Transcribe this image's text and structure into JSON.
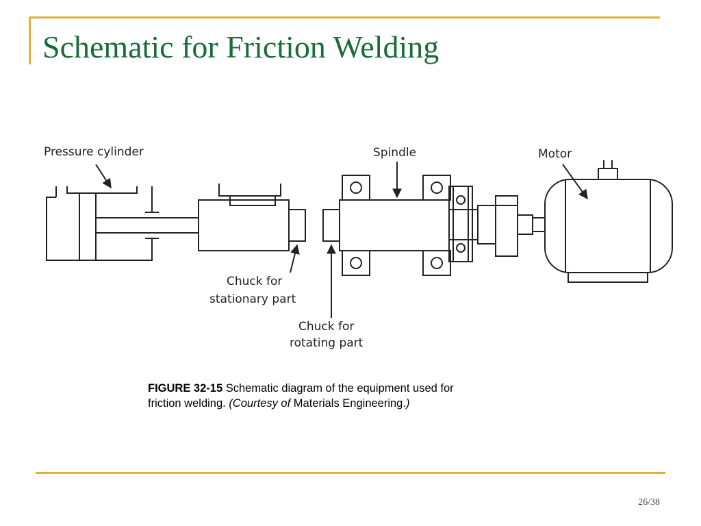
{
  "slide": {
    "title": "Schematic for Friction Welding",
    "page": "26/38"
  },
  "diagram": {
    "labels": {
      "pressure_cylinder": "Pressure cylinder",
      "spindle": "Spindle",
      "motor": "Motor",
      "chuck_stationary_l1": "Chuck for",
      "chuck_stationary_l2": "stationary part",
      "chuck_rotating_l1": "Chuck for",
      "chuck_rotating_l2": "rotating part"
    }
  },
  "caption": {
    "figure_id": "FIGURE 32-15",
    "text1": " Schematic diagram of the equipment used for friction welding. ",
    "courtesy": "(Courtesy of",
    "source": " Materials Engineering.",
    "close": ")"
  },
  "colors": {
    "title_green": "#1b6b3a",
    "accent_gold": "#e0b232",
    "line": "#222222"
  }
}
